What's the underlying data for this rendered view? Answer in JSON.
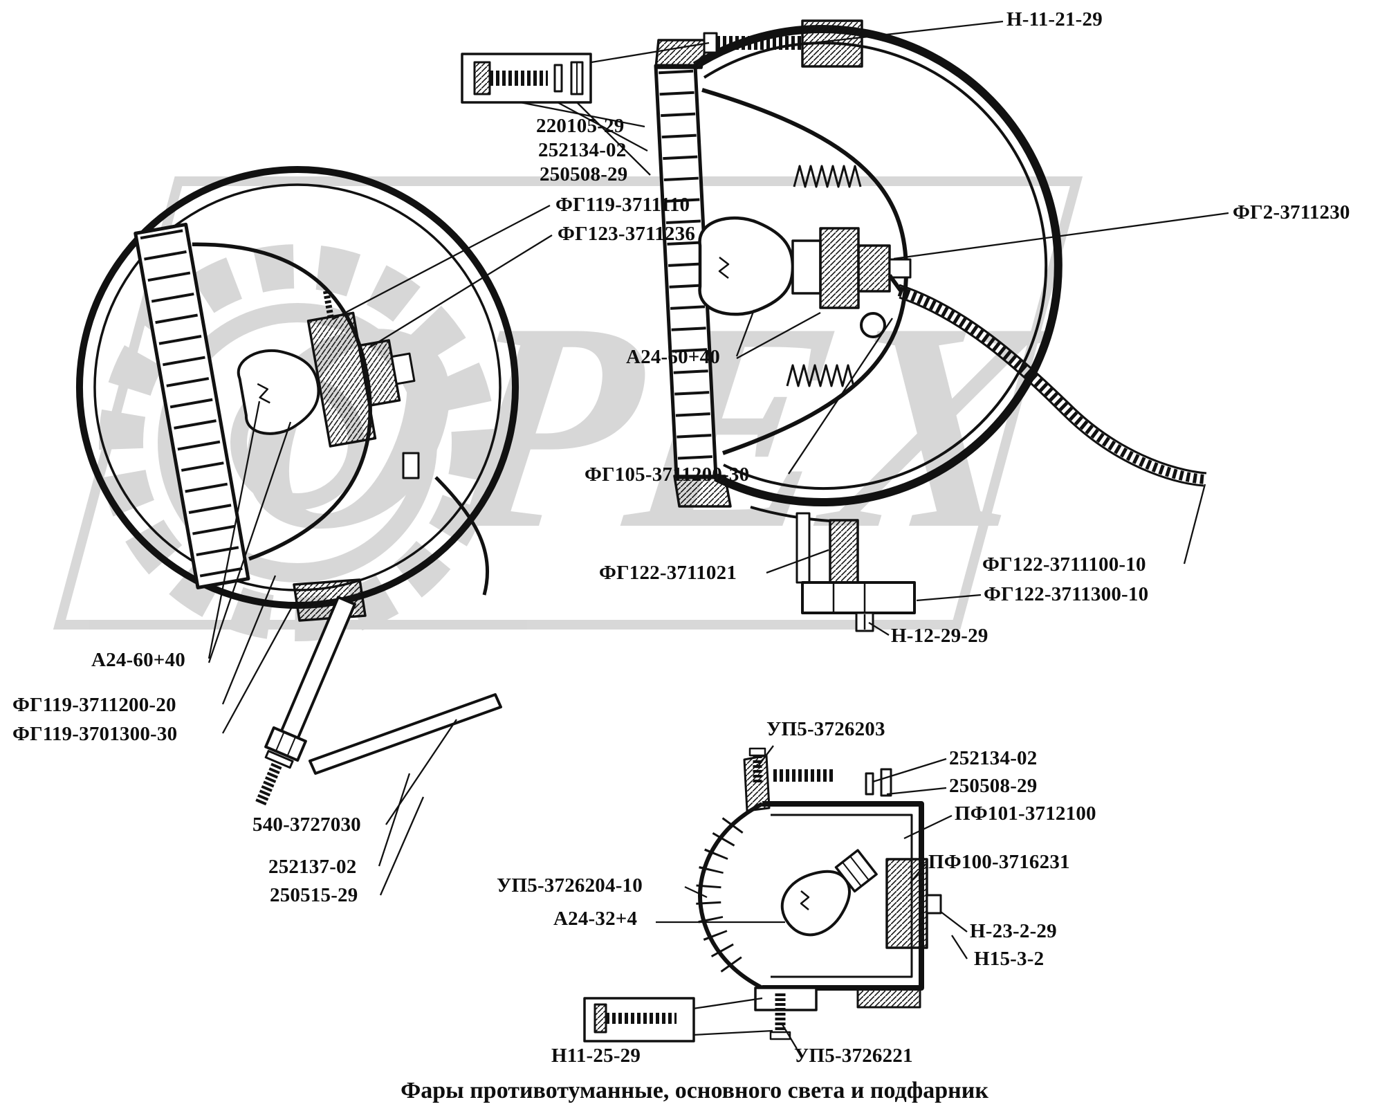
{
  "caption": "Фары противотуманные, основного света и подфарник",
  "watermark": {
    "text": "ОРЕХ",
    "color": "#c9c9c9"
  },
  "labels": {
    "n_11_21_29": "Н-11-21-29",
    "b220105_29": "220105-29",
    "b252134_02_top": "252134-02",
    "b250508_29_top": "250508-29",
    "fg119_3711110": "ФГ119-3711110",
    "fg123_3711236": "ФГ123-3711236",
    "fg2_3711230": "ФГ2-3711230",
    "a24_60_40_main": "А24-60+40",
    "fg105_3711200_30": "ФГ105-3711200-30",
    "fg122_3711021": "ФГ122-3711021",
    "fg122_3711100_10": "ФГ122-3711100-10",
    "fg122_3711300_10": "ФГ122-3711300-10",
    "n_12_29_29": "Н-12-29-29",
    "a24_60_40_fog": "А24-60+40",
    "fg119_3711200_20": "ФГ119-3711200-20",
    "fg119_3701300_30": "ФГ119-3701300-30",
    "b540_3727030": "540-3727030",
    "b252137_02": "252137-02",
    "b250515_29": "250515-29",
    "up5_3726203": "УП5-3726203",
    "b252134_02_side": "252134-02",
    "b250508_29_side": "250508-29",
    "pf101_3712100": "ПФ101-3712100",
    "pf100_3716231": "ПФ100-3716231",
    "up5_3726204_10": "УП5-3726204-10",
    "a24_32_4": "А24-32+4",
    "n_23_2_29": "Н-23-2-29",
    "n15_3_2": "Н15-3-2",
    "n11_25_29": "Н11-25-29",
    "up5_3726221": "УП5-3726221"
  }
}
